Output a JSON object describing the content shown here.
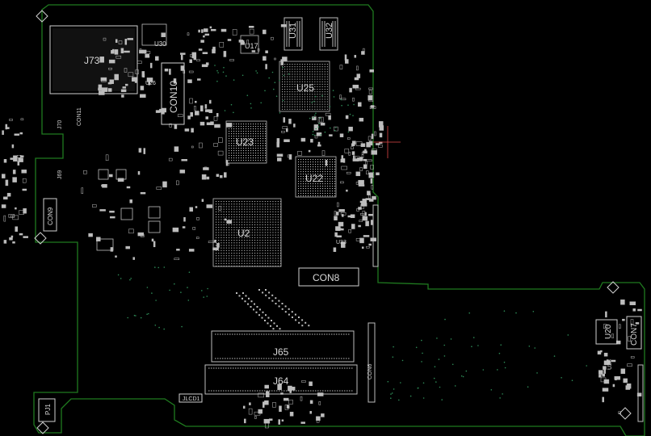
{
  "colors": {
    "background": "#000000",
    "board_outline": "#1f7a1f",
    "silkscreen": "#d0d0d0",
    "pads": "#bdbdbd",
    "vias": "#2e8b57",
    "crosshair": "#e04848"
  },
  "components": {
    "j73": "J73",
    "con10": "CON10",
    "u30": "U30",
    "u17": "U17",
    "u31": "U31",
    "u32": "U32",
    "u25": "U25",
    "u26": "U26",
    "u23": "U23",
    "u22": "U22",
    "u2": "U2",
    "u33": "U33",
    "con8": "CON8",
    "con9": "CON9",
    "j65": "J65",
    "j64": "J64",
    "jlcd1": "JLCD1",
    "pj1": "PJ1",
    "u20": "U20",
    "con7": "CON7",
    "j70": "J70",
    "j69": "J69",
    "con11": "CON11",
    "con6": "CON6",
    "u28": "U28"
  }
}
